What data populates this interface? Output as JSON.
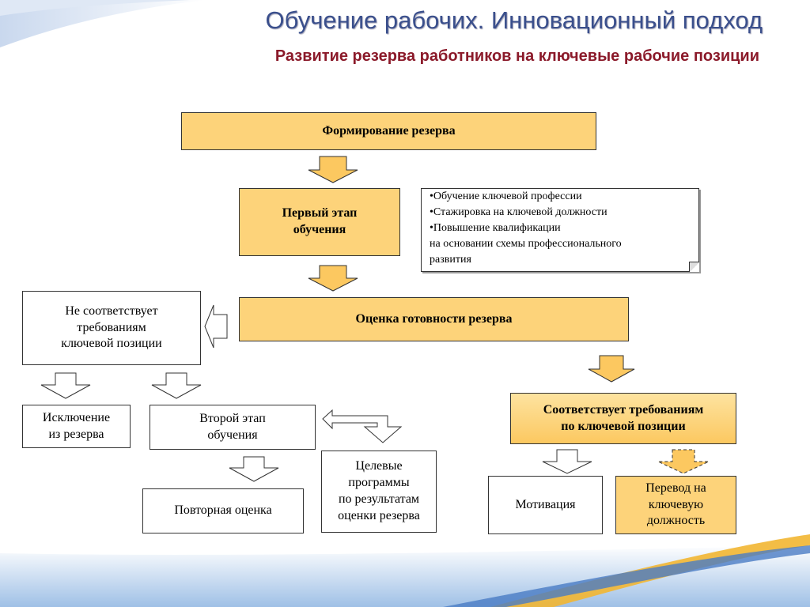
{
  "header": {
    "title": "Обучение рабочих. Инновационный подход",
    "subtitle": "Развитие резерва работников на ключевые рабочие позиции"
  },
  "diagram": {
    "formation": "Формирование резерва",
    "first_stage": "Первый этап\nобучения",
    "first_stage_notes": [
      "•Обучение ключевой профессии",
      "•Стажировка на ключевой должности",
      "•Повышение квалификации",
      "на основании схемы профессионального",
      "развития"
    ],
    "assessment": "Оценка готовности  резерва",
    "not_match": "Не соответствует\nтребованиям\nключевой позиции",
    "exclusion": "Исключение\nиз  резерва",
    "second_stage": "Второй этап\nобучения",
    "re_assessment": "Повторная оценка",
    "target_programs": "Целевые\nпрограммы\nпо результатам\nоценки резерва",
    "match": "Соответствует требованиям\nпо ключевой позиции",
    "motivation": "Мотивация",
    "transfer": "Перевод на\nключевую\nдолжность"
  },
  "colors": {
    "title": "#3a4f8c",
    "subtitle": "#8b1a2a",
    "box_fill": "#fdd37a"
  }
}
